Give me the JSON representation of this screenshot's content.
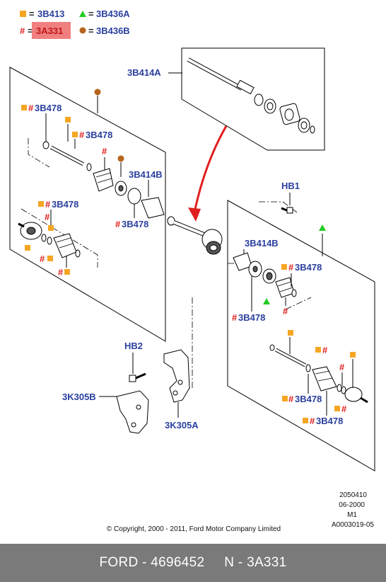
{
  "legend": {
    "square": {
      "code": "3B413",
      "color": "#f5a623"
    },
    "triangle": {
      "code": "3B436A",
      "color": "#22cc22"
    },
    "hash": {
      "code": "3A331",
      "highlight": "#f08080"
    },
    "circle": {
      "code": "3B436B",
      "color": "#b5651d"
    },
    "eq": "=",
    "hash_symbol": "#"
  },
  "labels": {
    "top_shaft": "3B414A",
    "boot_kit": "3B478",
    "inner_joint": "3B414B",
    "bolt_right": "HB1",
    "bolt_left": "HB2",
    "bracket_small": "3K305B",
    "bracket_large": "3K305A"
  },
  "meta": {
    "line1": "2050410",
    "line2": "06-2000",
    "line3": "M1",
    "line4": "A0003019-05"
  },
  "copyright": "© Copyright, 2000 - 2011, Ford Motor Company Limited",
  "footer": {
    "brand": "FORD",
    "part_number": "4696452",
    "ref": "N - 3A331"
  }
}
